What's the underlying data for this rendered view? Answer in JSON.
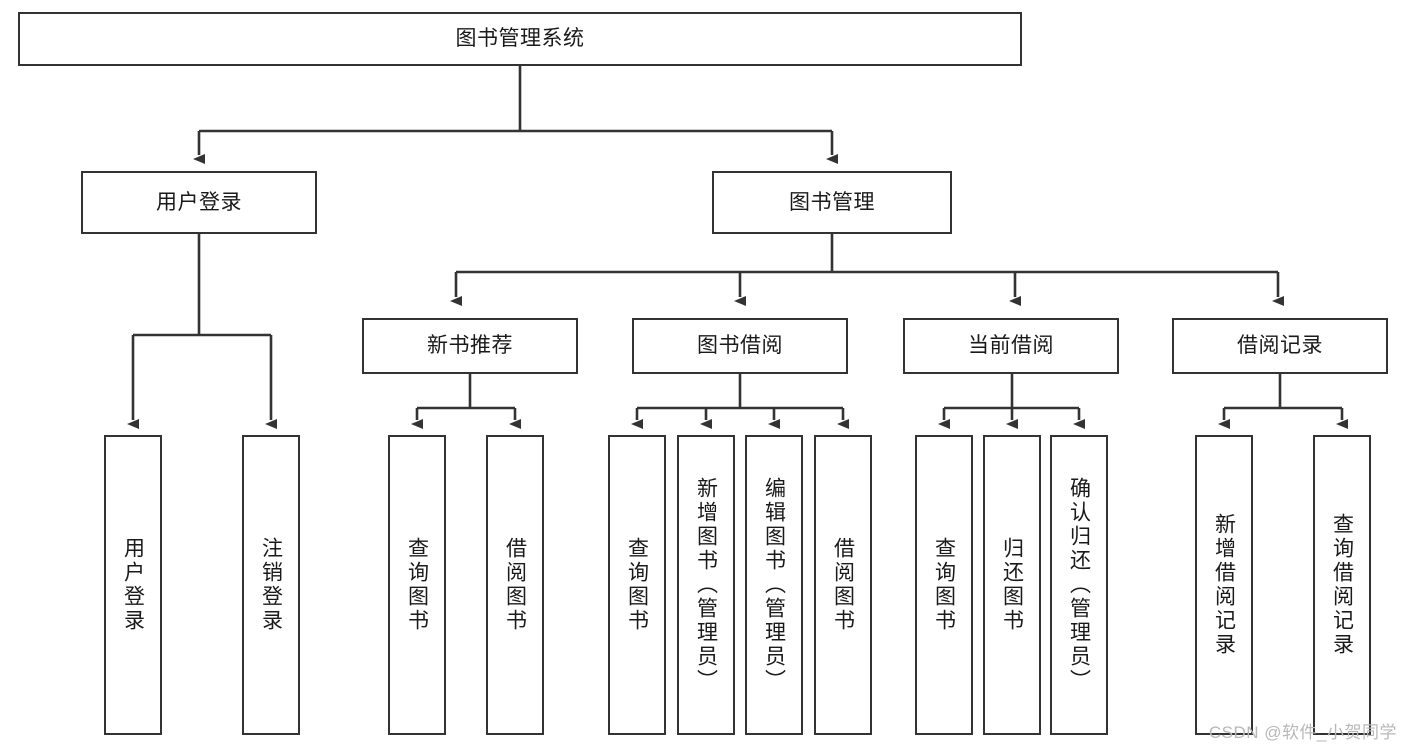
{
  "diagram": {
    "title": "图书管理系统",
    "type": "tree",
    "style": {
      "background": "#ffffff",
      "box_border": "#333333",
      "box_fill": "#ffffff",
      "line_color": "#333333",
      "text_color": "#1a1a1a",
      "watermark_color": "#b8b8b8"
    },
    "root": {
      "label": "图书管理系统",
      "level": 1
    },
    "level2": [
      {
        "label": "用户登录"
      },
      {
        "label": "图书管理"
      }
    ],
    "level3": [
      {
        "label": "新书推荐"
      },
      {
        "label": "图书借阅"
      },
      {
        "label": "当前借阅"
      },
      {
        "label": "借阅记录"
      }
    ],
    "leaves": {
      "user_login": [
        {
          "label": "用户登录"
        },
        {
          "label": "注销登录"
        }
      ],
      "new_book_recommend": [
        {
          "label": "查询图书"
        },
        {
          "label": "借阅图书"
        }
      ],
      "book_borrow": [
        {
          "label": "查询图书"
        },
        {
          "label": "新增图书（管理员）"
        },
        {
          "label": "编辑图书（管理员）"
        },
        {
          "label": "借阅图书"
        }
      ],
      "current_borrow": [
        {
          "label": "查询图书"
        },
        {
          "label": "归还图书"
        },
        {
          "label": "确认归还（管理员）"
        }
      ],
      "borrow_record": [
        {
          "label": "新增借阅记录"
        },
        {
          "label": "查询借阅记录"
        }
      ]
    }
  },
  "watermark": {
    "text": "CSDN @软件_小贺同学"
  }
}
